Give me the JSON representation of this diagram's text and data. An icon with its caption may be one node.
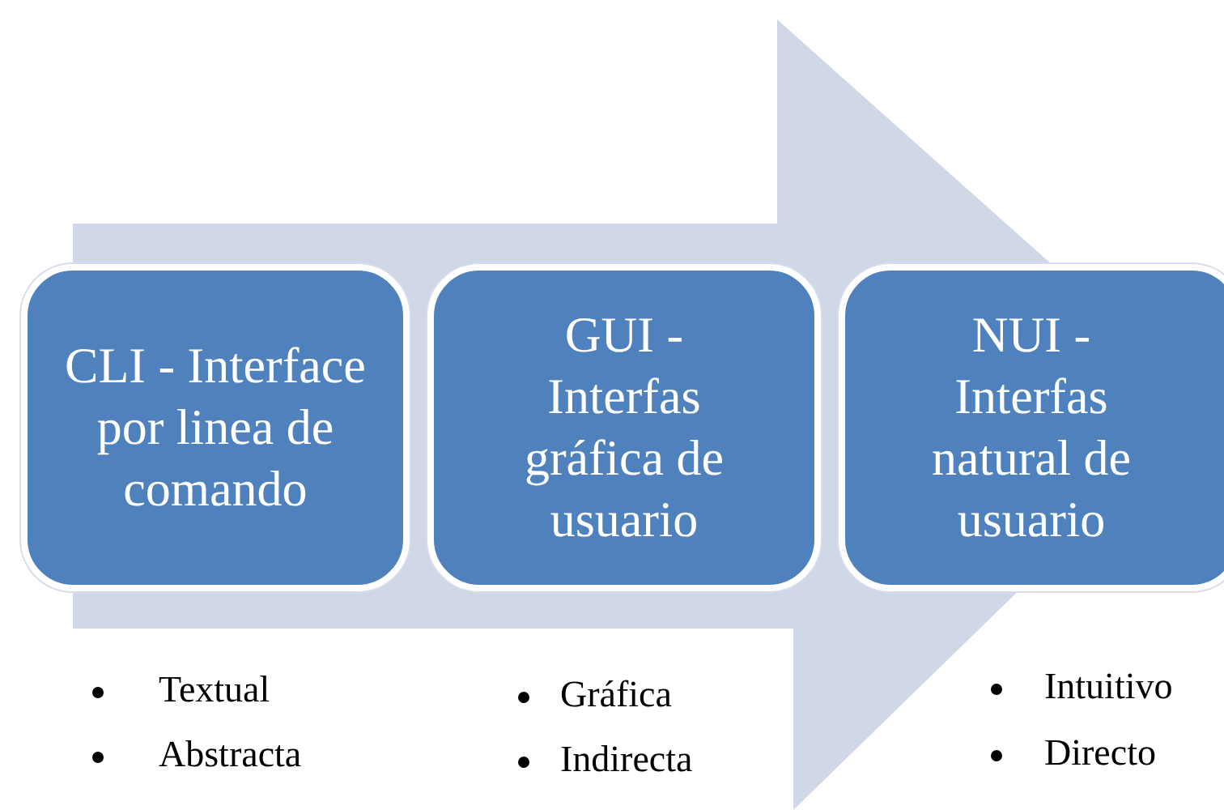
{
  "diagram": {
    "nodes": [
      {
        "text": [
          "CLI - Interface por linea de comando"
        ],
        "beside": [
          "Textual",
          "Abstracta"
        ]
      },
      {
        "text": [
          "GUI - Interfas gráfica de usuario"
        ],
        "beside": [
          "Gráfica",
          "Indirecta"
        ]
      },
      {
        "text": [
          "NUI - Interfas natural de usuario"
        ],
        "beside": [
          "Intuitivo",
          "Directo"
        ]
      }
    ],
    "edges": [
      {
        "from": 0,
        "to": 2,
        "arrow": "to"
      }
    ]
  }
}
